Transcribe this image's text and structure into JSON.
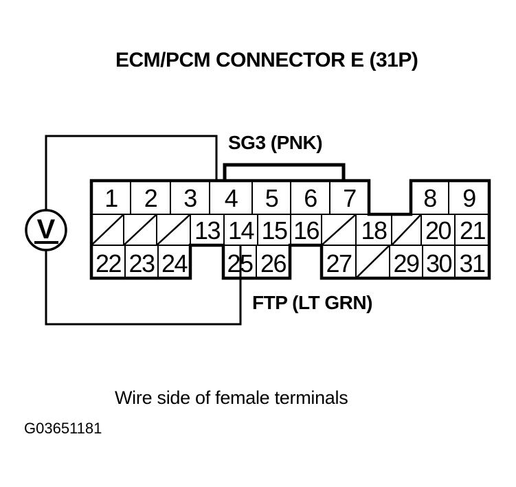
{
  "page": {
    "title": "ECM/PCM CONNECTOR E (31P)",
    "caption": "Wire side of female terminals",
    "figure_id": "G03651181"
  },
  "wires": {
    "sg3_label": "SG3 (PNK)",
    "ftp_label": "FTP (LT GRN)"
  },
  "meter": {
    "symbol": "V"
  },
  "colors": {
    "ink": "#000000",
    "paper": "#ffffff"
  },
  "connector": {
    "rows": [
      {
        "cells": [
          {
            "label": "1"
          },
          {
            "label": "2"
          },
          {
            "label": "3"
          },
          {
            "label": "4"
          },
          {
            "label": "5"
          },
          {
            "label": "6"
          },
          {
            "label": "7"
          },
          {
            "label": "8"
          },
          {
            "label": "9"
          }
        ]
      },
      {
        "cells": [
          {
            "hatched": true
          },
          {
            "hatched": true
          },
          {
            "hatched": true
          },
          {
            "label": "13"
          },
          {
            "label": "14"
          },
          {
            "label": "15"
          },
          {
            "label": "16"
          },
          {
            "hatched": true
          },
          {
            "label": "18"
          },
          {
            "hatched": true
          },
          {
            "label": "20"
          },
          {
            "label": "21"
          }
        ]
      },
      {
        "cells": [
          {
            "label": "22"
          },
          {
            "label": "23"
          },
          {
            "label": "24"
          },
          {
            "label": "25"
          },
          {
            "label": "26"
          },
          {
            "label": "27"
          },
          {
            "hatched": true
          },
          {
            "label": "29"
          },
          {
            "label": "30"
          },
          {
            "label": "31"
          }
        ]
      }
    ]
  }
}
